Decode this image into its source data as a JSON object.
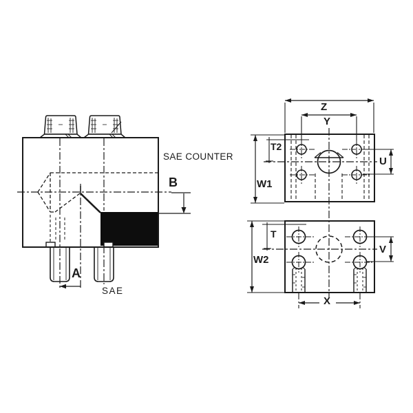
{
  "diagram": {
    "type": "technical-drawing",
    "subject": "SAE counter flange adapter block, three orthographic views",
    "colors": {
      "line": "#1a1a1a",
      "solid_fill_region": "#0d0d0d",
      "background": "#ffffff"
    },
    "side_view": {
      "caption_top": "SAE COUNTER",
      "caption_bottom": "SAE",
      "dim_a": "A",
      "dim_b": "B"
    },
    "top_face_view": {
      "dim_z": "Z",
      "dim_y": "Y",
      "dim_t2": "T2",
      "dim_u": "U",
      "dim_w1": "W1"
    },
    "bottom_face_view": {
      "dim_t": "T",
      "dim_v": "V",
      "dim_w2": "W2",
      "dim_x": "X"
    }
  }
}
